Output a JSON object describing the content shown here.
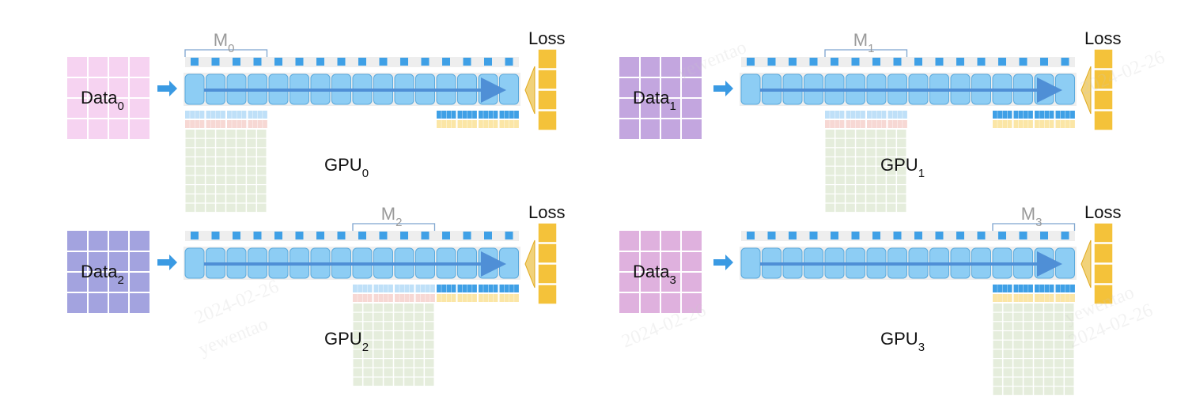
{
  "panels": [
    {
      "data_label": "Data",
      "data_sub": "0",
      "model_label": "M",
      "model_sub": "0",
      "gpu_label": "GPU",
      "gpu_sub": "0",
      "loss_label": "Loss",
      "data_color": "#f6d3f1"
    },
    {
      "data_label": "Data",
      "data_sub": "1",
      "model_label": "M",
      "model_sub": "1",
      "gpu_label": "GPU",
      "gpu_sub": "1",
      "loss_label": "Loss",
      "data_color": "#c3a6df"
    },
    {
      "data_label": "Data",
      "data_sub": "2",
      "model_label": "M",
      "model_sub": "2",
      "gpu_label": "GPU",
      "gpu_sub": "2",
      "loss_label": "Loss",
      "data_color": "#a3a3df"
    },
    {
      "data_label": "Data",
      "data_sub": "3",
      "model_label": "M",
      "model_sub": "3",
      "gpu_label": "GPU",
      "gpu_sub": "3",
      "loss_label": "Loss",
      "data_color": "#dfb1de"
    }
  ],
  "watermark": {
    "author": "yewentao",
    "date": "2024-02-26"
  },
  "colors": {
    "layer_fill": "#8dcdf4",
    "layer_stroke": "#5aa9dc",
    "param_square": "#3fa0e6",
    "forward_arrow": "#4f8fd6",
    "loss_block": "#f4c23a",
    "input_arrow": "#3a9ae3",
    "grad_row": "#bfe0f8",
    "optim_row": "#f7d8d4",
    "optim_row_yellow": "#fbe6a6",
    "shard_grid": "#e5eddc",
    "brace": "#7ea5cf"
  }
}
